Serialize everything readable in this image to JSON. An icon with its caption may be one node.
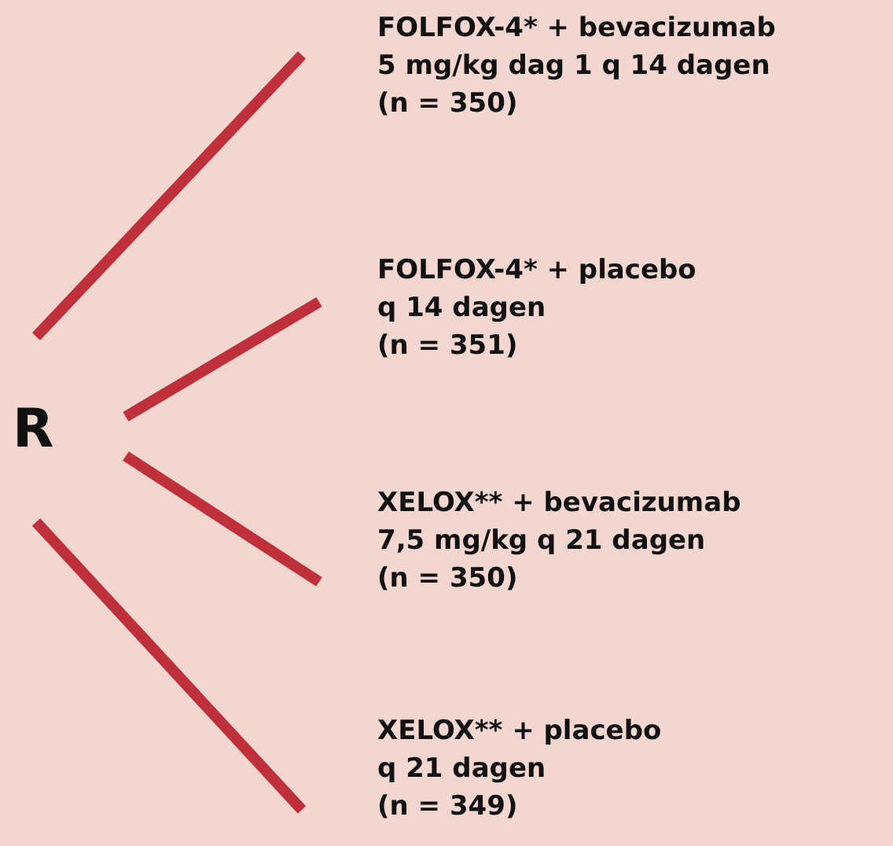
{
  "diagram": {
    "nodes": [
      {
        "text": [
          "R"
        ]
      },
      {
        "text": [
          "FOLFOX-4* + bevacizumab",
          "5 mg/kg dag 1 q 14 dagen",
          "(n = 350)"
        ]
      },
      {
        "text": [
          "FOLFOX-4* + placebo",
          "q 14 dagen",
          "(n = 351)"
        ]
      },
      {
        "text": [
          "XELOX** + bevacizumab",
          "7,5 mg/kg q 21 dagen",
          "(n = 350)"
        ]
      },
      {
        "text": [
          "XELOX** + placebo",
          "q 21 dagen",
          "(n = 349)"
        ]
      }
    ],
    "edges": [
      {
        "from": 0,
        "to": 1,
        "arrow": "none"
      },
      {
        "from": 0,
        "to": 2,
        "arrow": "none"
      },
      {
        "from": 0,
        "to": 3,
        "arrow": "none"
      },
      {
        "from": 0,
        "to": 4,
        "arrow": "none"
      }
    ]
  }
}
